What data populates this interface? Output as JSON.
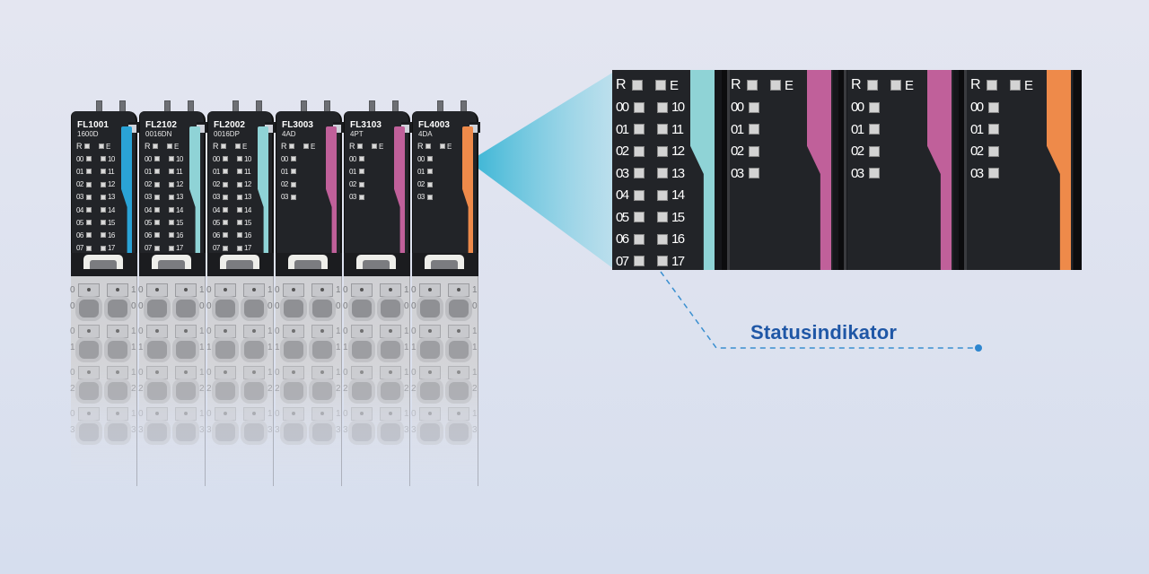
{
  "modules": [
    {
      "model": "FL1001",
      "variant": "1600D",
      "channels": 16,
      "stripe_color": "#2aa3d6"
    },
    {
      "model": "FL2102",
      "variant": "0016DN",
      "channels": 16,
      "stripe_color": "#8fd3d6"
    },
    {
      "model": "FL2002",
      "variant": "0016DP",
      "channels": 16,
      "stripe_color": "#8fd3d6"
    },
    {
      "model": "FL3003",
      "variant": "4AD",
      "channels": 4,
      "stripe_color": "#c0609a"
    },
    {
      "model": "FL3103",
      "variant": "4PT",
      "channels": 4,
      "stripe_color": "#c0609a"
    },
    {
      "model": "FL4003",
      "variant": "4DA",
      "channels": 4,
      "stripe_color": "#ee8a4a"
    }
  ],
  "led_labels": {
    "run": "R",
    "error": "E",
    "left16": [
      "00",
      "01",
      "02",
      "03",
      "04",
      "05",
      "06",
      "07"
    ],
    "right16": [
      "10",
      "11",
      "12",
      "13",
      "14",
      "15",
      "16",
      "17"
    ],
    "left4": [
      "00",
      "01",
      "02",
      "03"
    ]
  },
  "terminal_labels": {
    "rows": [
      "0",
      "1",
      "2",
      "3"
    ],
    "left_col": "0",
    "right_col": "1"
  },
  "zoom_panel": {
    "modules": [
      {
        "channels": 16,
        "stripe_color": "#8fd3d6"
      },
      {
        "channels": 4,
        "stripe_color": "#c0609a"
      },
      {
        "channels": 4,
        "stripe_color": "#c0609a"
      },
      {
        "channels": 4,
        "stripe_color": "#ee8a4a"
      }
    ]
  },
  "callout": {
    "label": "Statusindikator",
    "color": "#1f57a6",
    "line_color": "#3a8fd0"
  },
  "beam_color": "#3fb6d6"
}
